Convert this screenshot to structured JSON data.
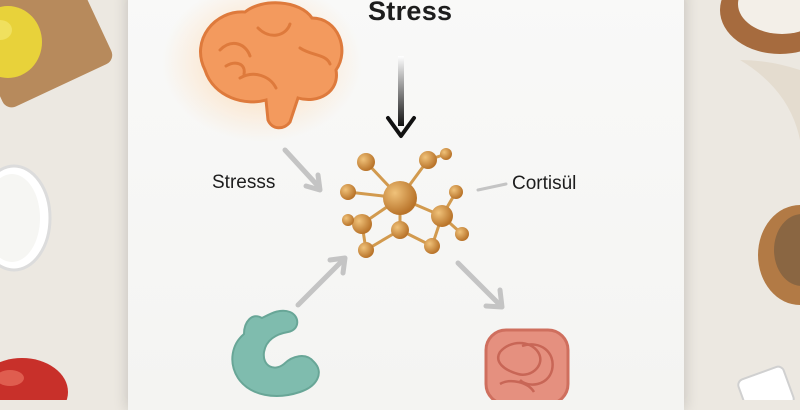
{
  "diagram": {
    "title": "Stress",
    "left_label": "Stresss",
    "right_label": "Cortisül"
  },
  "colors": {
    "brain": "#f39a5e",
    "molecule": "#c98a3a",
    "stomach": "#7fbcae",
    "tissue": "#e5907f",
    "arrow_dark": "#111111",
    "arrow_gray": "#c4c4c4"
  },
  "icons": [
    "brain-icon",
    "molecule-icon",
    "stomach-icon",
    "tissue-icon",
    "apple-icon",
    "bowl-icon",
    "bottle-icon"
  ]
}
